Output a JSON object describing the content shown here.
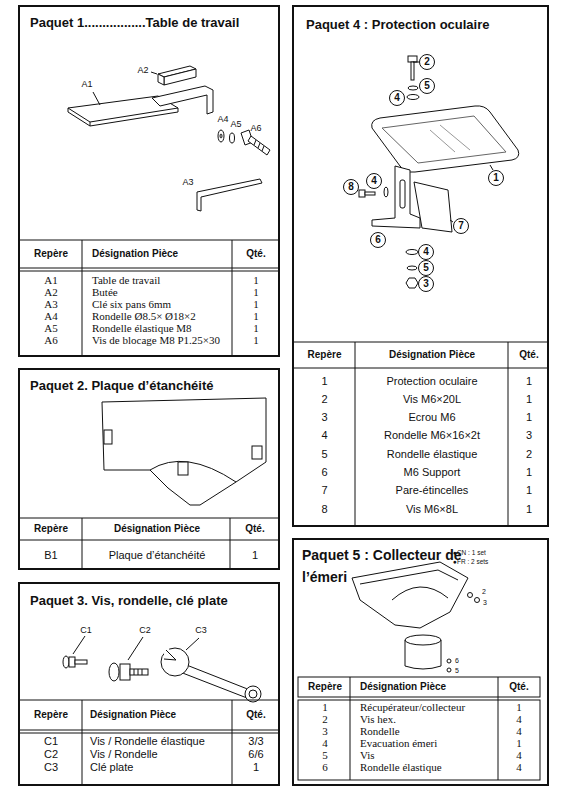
{
  "diagram": {
    "nodes": [
      {
        "text": [
          "Paquet  1.................Table de travail"
        ]
      },
      {
        "text": [
          "Paquet 2. Plaque d’étanchéité"
        ]
      },
      {
        "text": [
          "Paquet 3. Vis, rondelle, clé plate"
        ]
      },
      {
        "text": [
          "Paquet  4 : Protection oculaire"
        ]
      },
      {
        "text": [
          "Paquet 5 : Collecteur de l’émeri"
        ]
      }
    ],
    "labels": [
      "A1",
      "A2",
      "A3",
      "A4",
      "A5",
      "A6",
      "Repère",
      "Désignation Pièce",
      "Qté.",
      "A1",
      "Table de travail",
      "1",
      "A2",
      "Butée",
      "1",
      "A3",
      "Clé six pans 6mm",
      "1",
      "A4",
      "Rondelle Ø8.5× Ø18×2",
      "1",
      "A5",
      "Rondelle élastique M8",
      "1",
      "A6",
      "Vis de blocage M8 P1.25×30",
      "1",
      "Repère",
      "Désignation Pièce",
      "Qté.",
      "B1",
      "Plaque d’étanchéité",
      "1",
      "C1",
      "C2",
      "C3",
      "Repère",
      "Désignation Pièce",
      "Qté.",
      "C1",
      "Vis / Rondelle élastique",
      "3/3",
      "C2",
      "Vis / Rondelle",
      "6/6",
      "C3",
      "Clé plate",
      "1",
      "2",
      "5",
      "4",
      "1",
      "8",
      "4",
      "7",
      "6",
      "4",
      "5",
      "3",
      "Repère",
      "Désignation Pièce",
      "Qté.",
      "1",
      "Protection oculaire",
      "1",
      "2",
      "Vis M6×20L",
      "1",
      "3",
      "Ecrou M6",
      "1",
      "4",
      "Rondelle M6×16×2t",
      "3",
      "5",
      "Rondelle élastique",
      "2",
      "6",
      "M6 Support",
      "1",
      "7",
      "Pare-étincelles",
      "1",
      "8",
      "Vis M6×8L",
      "1",
      "●CN : 1 set",
      "●FR : 2 sets",
      "2",
      "3",
      "6",
      "5",
      "Repère",
      "Désignation Pièce",
      "Qté.",
      "1",
      "Récupérateur/collecteur",
      "1",
      "2",
      "Vis hex.",
      "4",
      "3",
      "Rondelle",
      "4",
      "4",
      "Evacuation émeri",
      "1",
      "5",
      "Vis",
      "4",
      "6",
      "Rondelle élastique",
      "4"
    ]
  }
}
